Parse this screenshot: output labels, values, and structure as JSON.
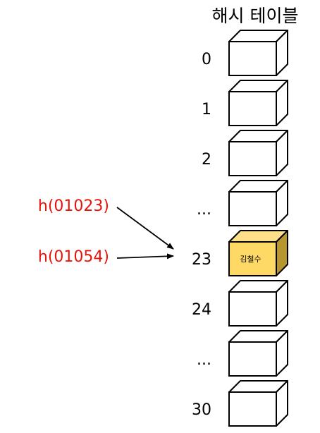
{
  "title": "해시 테이블",
  "slots": [
    {
      "index": "0",
      "value": "",
      "highlighted": false
    },
    {
      "index": "1",
      "value": "",
      "highlighted": false
    },
    {
      "index": "2",
      "value": "",
      "highlighted": false
    },
    {
      "index": "...",
      "value": "",
      "highlighted": false
    },
    {
      "index": "23",
      "value": "김철수",
      "highlighted": true
    },
    {
      "index": "24",
      "value": "",
      "highlighted": false
    },
    {
      "index": "...",
      "value": "",
      "highlighted": false
    },
    {
      "index": "30",
      "value": "",
      "highlighted": false
    }
  ],
  "hash_calls": [
    {
      "label": "h(01023)",
      "target_index": "23"
    },
    {
      "label": "h(01054)",
      "target_index": "23"
    }
  ],
  "colors": {
    "hash_label": "#e8140c",
    "highlight_front": "#ffd966",
    "highlight_top": "#ffe08a",
    "highlight_side": "#b8962e",
    "box_stroke": "#000000",
    "box_fill": "#ffffff"
  }
}
